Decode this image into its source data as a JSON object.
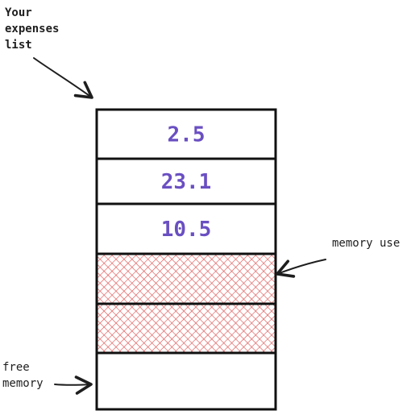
{
  "annotations": {
    "expenses_list": "Your\nexpenses\nlist",
    "memory_use": "memory use",
    "free_memory": "free\nmemory"
  },
  "cells": [
    {
      "kind": "value",
      "label": "2.5"
    },
    {
      "kind": "value",
      "label": "23.1"
    },
    {
      "kind": "value",
      "label": "10.5"
    },
    {
      "kind": "used"
    },
    {
      "kind": "used"
    },
    {
      "kind": "free"
    }
  ],
  "colors": {
    "value_text": "#6a4fc2",
    "used_hatch": "#e04848",
    "outline": "#111111"
  }
}
